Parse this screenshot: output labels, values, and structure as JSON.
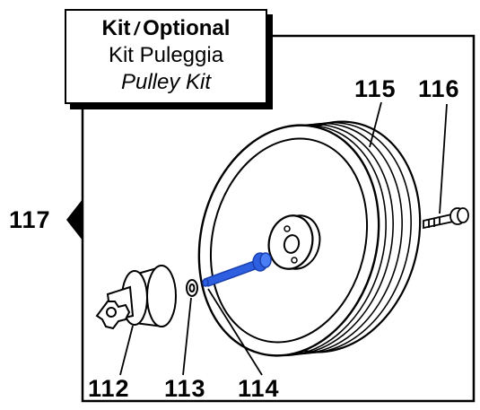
{
  "title": {
    "kit": "Kit",
    "separator": "/",
    "optional": "Optional",
    "name_it": "Kit Puleggia",
    "name_en": "Pulley Kit"
  },
  "callouts": {
    "c112": "112",
    "c113": "113",
    "c114": "114",
    "c115": "115",
    "c116": "116",
    "c117": "117"
  },
  "colors": {
    "line": "#000000",
    "highlight_bolt": "#2d5fe0",
    "background": "#ffffff"
  }
}
